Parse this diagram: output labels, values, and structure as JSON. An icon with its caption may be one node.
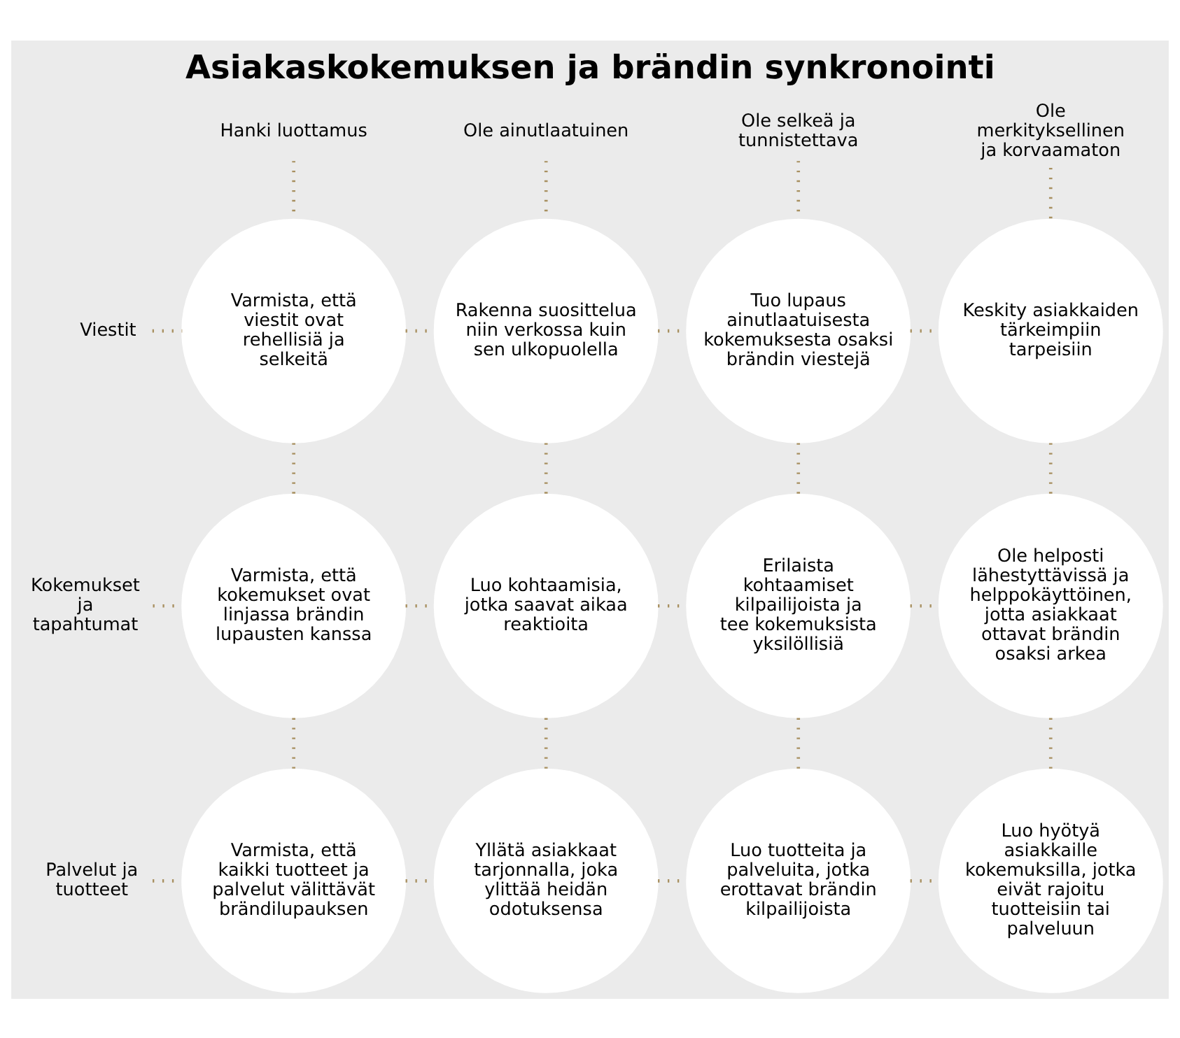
{
  "diagram": {
    "title": "Asiakaskokemuksen ja brändin synkronointi",
    "nodes": [
      {
        "text": [
          "Hanki luottamus"
        ]
      },
      {
        "text": [
          "Ole ainutlaatuinen"
        ]
      },
      {
        "text": [
          "Ole selkeä ja tunnistettava"
        ]
      },
      {
        "text": [
          "Ole merkityksellinen ja korvaamaton"
        ]
      },
      {
        "text": [
          "Viestit"
        ]
      },
      {
        "text": [
          "Varmista, että viestit ovat rehellisiä ja selkeitä"
        ]
      },
      {
        "text": [
          "Rakenna suosittelua niin verkossa kuin sen ulkopuolella"
        ]
      },
      {
        "text": [
          "Tuo lupaus ainutlaatuisesta kokemuksesta osaksi brändin viestejä"
        ]
      },
      {
        "text": [
          "Keskity asiakkaiden tärkeimpiin tarpeisiin"
        ]
      },
      {
        "text": [
          "Kokemukset ja tapahtumat"
        ]
      },
      {
        "text": [
          "Varmista, että kokemukset ovat linjassa brändin lupausten kanssa"
        ]
      },
      {
        "text": [
          "Luo kohtaamisia, jotka saavat aikaa reaktioita"
        ]
      },
      {
        "text": [
          "Erilaista kohtaamiset kilpailijoista ja tee kokemuksista yksilöllisiä"
        ]
      },
      {
        "text": [
          "Ole helposti lähestyttävissä ja helppokäyttöinen, jotta asiakkaat ottavat brändin osaksi arkea"
        ]
      },
      {
        "text": [
          "Palvelut ja tuotteet"
        ]
      },
      {
        "text": [
          "Varmista, että kaikki tuotteet ja palvelut välittävät brändilupauksen"
        ]
      },
      {
        "text": [
          "Yllätä asiakkaat tarjonnalla, joka ylittää heidän odotuksensa"
        ]
      },
      {
        "text": [
          "Luo tuotteita ja palveluita, jotka erottavat brändin kilpailijoista"
        ]
      },
      {
        "text": [
          "Luo hyötyä asiakkaille kokemuksilla, jotka eivät rajoitu tuotteisiin tai palveluun"
        ]
      }
    ],
    "edges": [
      {
        "from": 0,
        "to": 5,
        "arrow": "none"
      },
      {
        "from": 1,
        "to": 6,
        "arrow": "none"
      },
      {
        "from": 2,
        "to": 7,
        "arrow": "none"
      },
      {
        "from": 3,
        "to": 8,
        "arrow": "none"
      },
      {
        "from": 4,
        "to": 5,
        "arrow": "none"
      },
      {
        "from": 5,
        "to": 6,
        "arrow": "none"
      },
      {
        "from": 6,
        "to": 7,
        "arrow": "none"
      },
      {
        "from": 7,
        "to": 8,
        "arrow": "none"
      },
      {
        "from": 5,
        "to": 10,
        "arrow": "none"
      },
      {
        "from": 6,
        "to": 11,
        "arrow": "none"
      },
      {
        "from": 7,
        "to": 12,
        "arrow": "none"
      },
      {
        "from": 8,
        "to": 13,
        "arrow": "none"
      },
      {
        "from": 9,
        "to": 10,
        "arrow": "none"
      },
      {
        "from": 10,
        "to": 11,
        "arrow": "none"
      },
      {
        "from": 11,
        "to": 12,
        "arrow": "none"
      },
      {
        "from": 12,
        "to": 13,
        "arrow": "none"
      },
      {
        "from": 10,
        "to": 15,
        "arrow": "none"
      },
      {
        "from": 11,
        "to": 16,
        "arrow": "none"
      },
      {
        "from": 12,
        "to": 17,
        "arrow": "none"
      },
      {
        "from": 13,
        "to": 18,
        "arrow": "none"
      },
      {
        "from": 14,
        "to": 15,
        "arrow": "none"
      },
      {
        "from": 15,
        "to": 16,
        "arrow": "none"
      },
      {
        "from": 16,
        "to": 17,
        "arrow": "none"
      },
      {
        "from": 17,
        "to": 18,
        "arrow": "none"
      }
    ]
  }
}
